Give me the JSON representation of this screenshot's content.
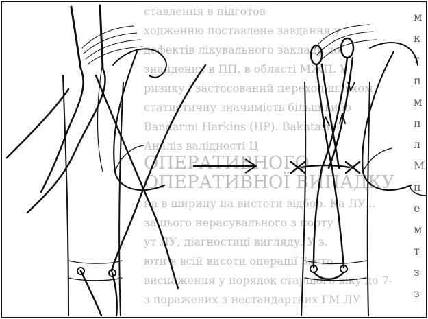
{
  "figure": {
    "background_color": "#ffffff",
    "line_color": "#111111",
    "bleed_text_color": "#bdbdbd",
    "panels": [
      {
        "name": "before",
        "description_icon": "suture-passage-icon"
      },
      {
        "name": "after",
        "description_icon": "knotted-suture-icon"
      }
    ],
    "arrow": {
      "icon": "right-arrow-icon"
    },
    "bleed_through_lines": [
      "ставлення в підготов",
      "ходженню поставлене завдання у",
      "дефектів лікувального закладу ло",
      "знайдених в ПП, в області МЖП. У",
      "ризику і застосований переход шляхом",
      "статистичну значимість більш вибо",
      "Bandarini Harkins (HP). Bakhtari",
      "Аналіз валідності Ц",
      "ОПЕРАТИВНОГО",
      "ОПЕРАТИВНОЇ ВИПАДКУ",
      "на в ширину на вистоти відбор. Ка ЛУ...",
      "за цього нерасувального з порту",
      "ут ЛУ, діагностиці вигляду. У з.",
      "юти в всій висоти операції Засто",
      "виснаження у порядок старшого віку до 7-",
      "з поражених з нестандартних ГМ ЛУ"
    ],
    "right_edge_chars": [
      "м",
      "к",
      "т",
      "п",
      "м",
      "п",
      "л",
      "М",
      "п",
      "е",
      "м",
      "т",
      "з",
      "з"
    ]
  }
}
